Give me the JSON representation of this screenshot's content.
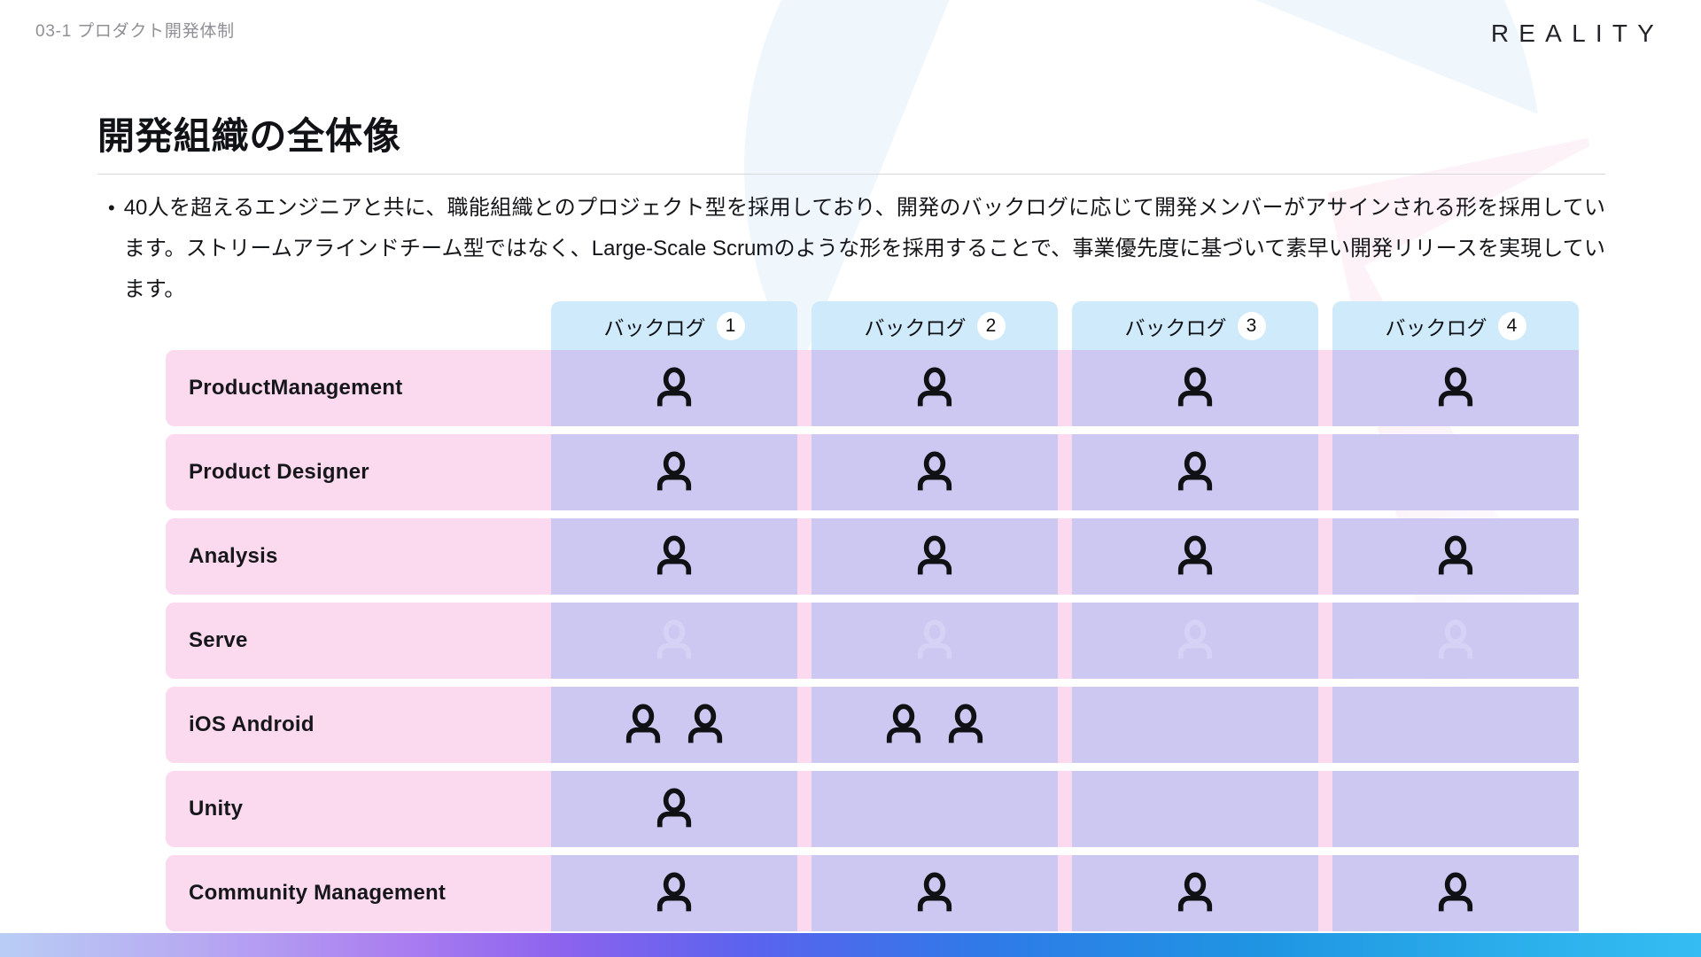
{
  "header": {
    "section_label": "03-1 プロダクト開発体制",
    "brand": "REALITY"
  },
  "title": "開発組織の全体像",
  "body": {
    "bullet_marker": "•",
    "text": "40人を超えるエンジニアと共に、職能組織とのプロジェクト型を採用しており、開発のバックログに応じて開発メンバーがアサインされる形を採用しています。ストリームアラインドチーム型ではなく、Large-Scale Scrumのような形を採用することで、事業優先度に基づいて素早い開発リリースを実現しています。"
  },
  "matrix": {
    "columns": [
      {
        "label": "バックログ",
        "badge": "1"
      },
      {
        "label": "バックログ",
        "badge": "2"
      },
      {
        "label": "バックログ",
        "badge": "3"
      },
      {
        "label": "バックログ",
        "badge": "4"
      }
    ],
    "rows": [
      {
        "label": "ProductManagement",
        "counts": [
          1,
          1,
          1,
          1
        ],
        "ghost": false
      },
      {
        "label": "Product Designer",
        "counts": [
          1,
          1,
          1,
          0
        ],
        "ghost": false
      },
      {
        "label": "Analysis",
        "counts": [
          1,
          1,
          1,
          1
        ],
        "ghost": false
      },
      {
        "label": "Serve",
        "counts": [
          1,
          1,
          1,
          1
        ],
        "ghost": true
      },
      {
        "label": "iOS Android",
        "counts": [
          2,
          2,
          0,
          0
        ],
        "ghost": false
      },
      {
        "label": "Unity",
        "counts": [
          1,
          0,
          0,
          0
        ],
        "ghost": false
      },
      {
        "label": "Community Management",
        "counts": [
          1,
          1,
          1,
          1
        ],
        "ghost": false
      }
    ]
  },
  "colors": {
    "header_cell": "#cfeafb",
    "row_label": "#fbd9ee",
    "data_cell": "#cdc8f2",
    "badge": "#ffffff",
    "person_icon": "#101114",
    "person_icon_ghost": "#d6d2f5",
    "section_label": "#8e9096",
    "rule": "#d7d8dc",
    "bottom_bar_gradient_stops": [
      "#b9cdf4",
      "#a97cf0",
      "#5b63ee",
      "#1f95e2",
      "#35bdf2"
    ]
  },
  "icons": {
    "person": "person-icon"
  }
}
